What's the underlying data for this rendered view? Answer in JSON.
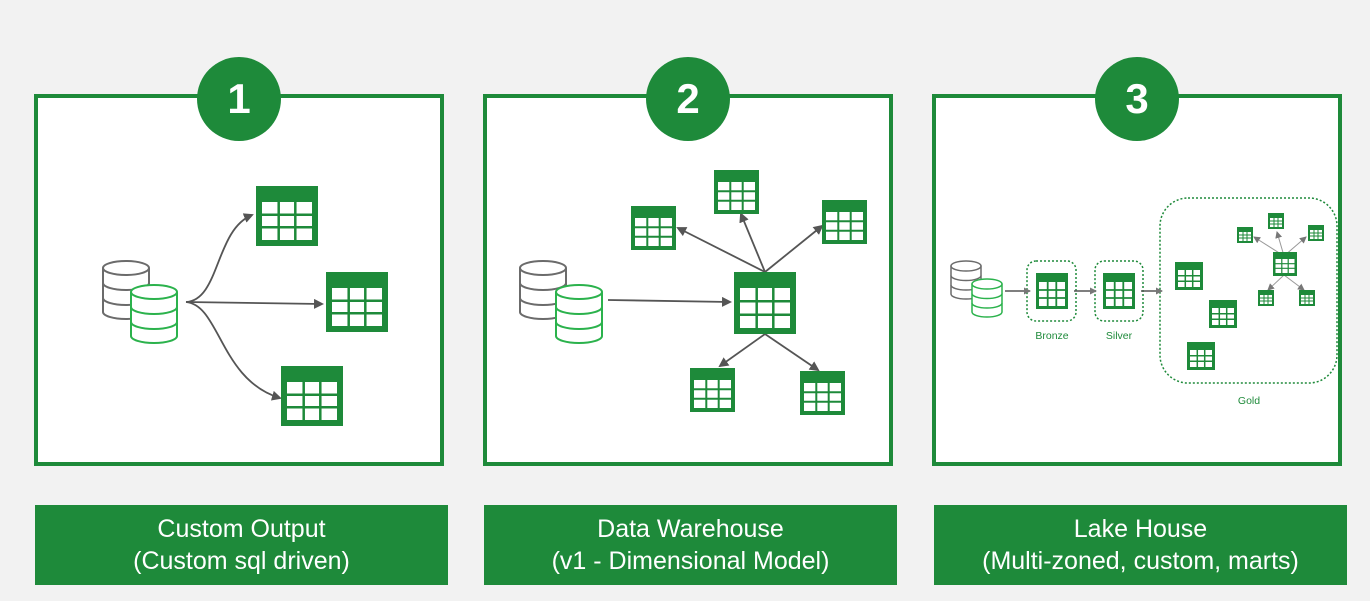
{
  "panels": [
    {
      "number": "1",
      "title": "Custom Output",
      "subtitle": "(Custom sql driven)"
    },
    {
      "number": "2",
      "title": "Data Warehouse",
      "subtitle": "(v1 - Dimensional Model)"
    },
    {
      "number": "3",
      "title": "Lake House",
      "subtitle": "(Multi-zoned, custom, marts)",
      "zones": {
        "bronze": "Bronze",
        "silver": "Silver",
        "gold": "Gold"
      }
    }
  ],
  "colors": {
    "green": "#1e8a3a",
    "light_green": "#2bb24c",
    "gray": "#6b6b6b",
    "background": "#f2f2f2"
  },
  "icons": [
    "database-icon",
    "table-icon",
    "arrow-icon"
  ]
}
